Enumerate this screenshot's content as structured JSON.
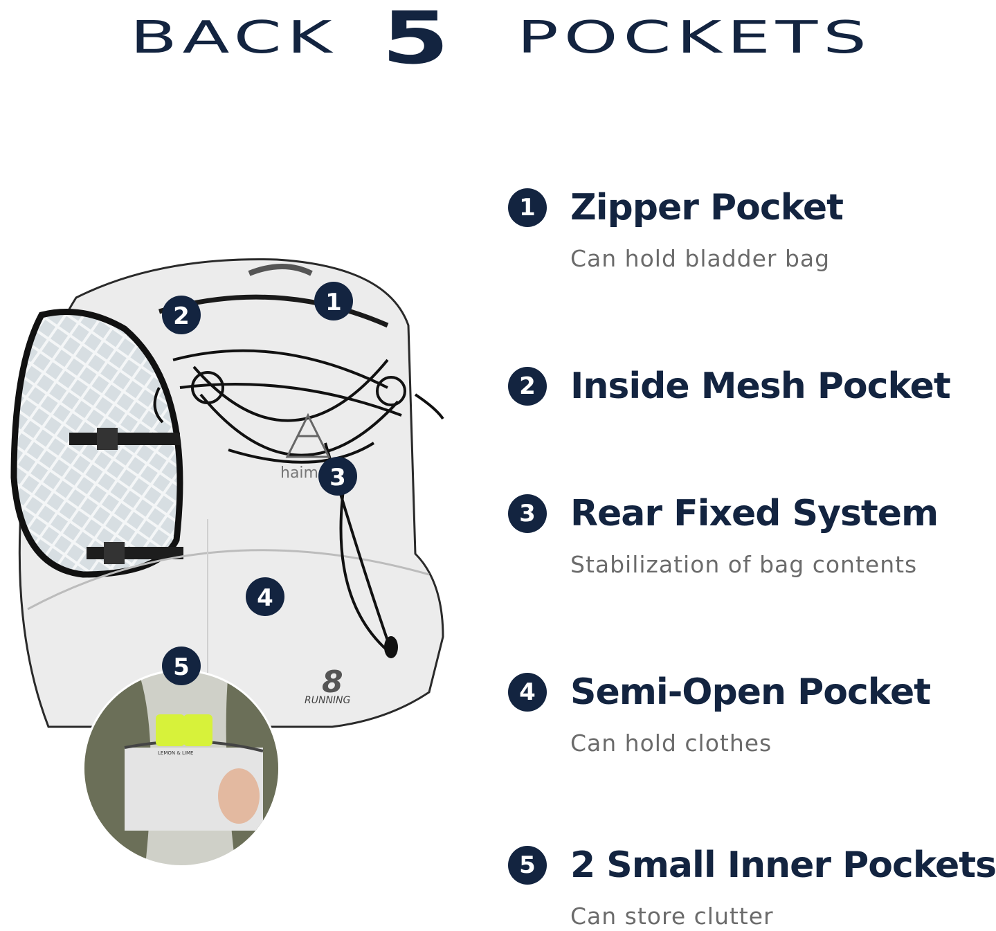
{
  "header": {
    "word_left": "BACK",
    "number": "5",
    "word_right": "POCKETS"
  },
  "product": {
    "brand_text": "haima",
    "model_number": "8",
    "model_text": "RUNNING",
    "callouts": [
      "1",
      "2",
      "3",
      "4",
      "5"
    ],
    "pouch_text": "LEMON & LIME"
  },
  "features": [
    {
      "number": "1",
      "name": "Zipper Pocket",
      "description": "Can hold bladder bag"
    },
    {
      "number": "2",
      "name": "Inside Mesh Pocket",
      "description": ""
    },
    {
      "number": "3",
      "name": "Rear Fixed System",
      "description": "Stabilization of bag contents"
    },
    {
      "number": "4",
      "name": "Semi-Open Pocket",
      "description": "Can hold clothes"
    },
    {
      "number": "5",
      "name": "2 Small Inner Pockets",
      "description": "Can store clutter"
    }
  ],
  "colors": {
    "navy": "#132440",
    "gray_text": "#6b6b6b",
    "vest": "#e9eaea",
    "accent": "#d7f23a"
  }
}
